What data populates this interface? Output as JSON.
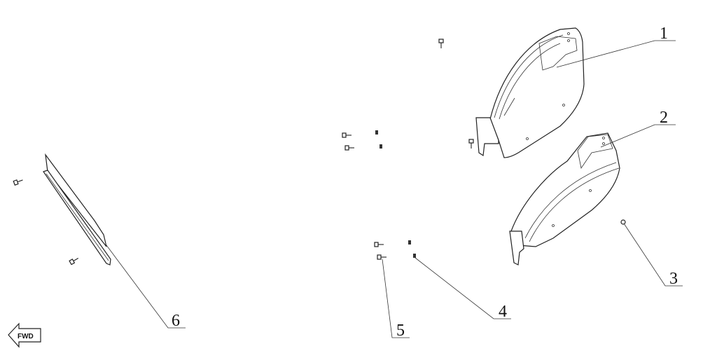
{
  "callouts": [
    "1",
    "2",
    "3",
    "4",
    "5",
    "6"
  ],
  "direction_indicator": "FWD"
}
